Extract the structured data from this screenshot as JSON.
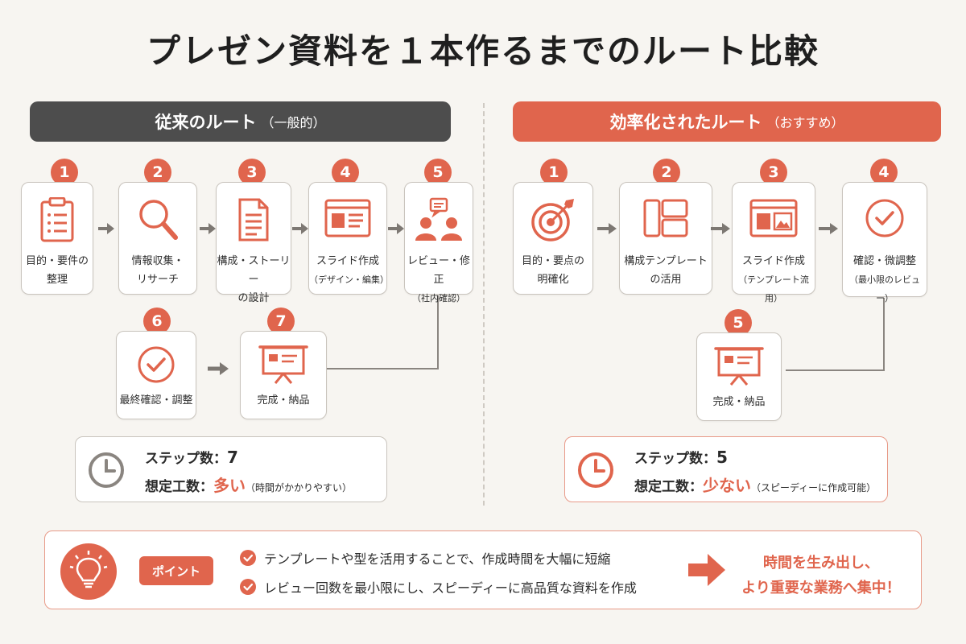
{
  "title": "プレゼン資料を１本作るまでのルート比較",
  "left": {
    "header": "従来のルート",
    "header_sub": "（一般的）",
    "steps": [
      {
        "num": "1",
        "label": "目的・要件の",
        "label2": "整理",
        "icon": "clipboard-icon"
      },
      {
        "num": "2",
        "label": "情報収集・",
        "label2": "リサーチ",
        "icon": "magnifier-icon"
      },
      {
        "num": "3",
        "label": "構成・ストーリー",
        "label2": "の設計",
        "icon": "document-icon"
      },
      {
        "num": "4",
        "label": "スライド作成",
        "label2": "（デザイン・編集）",
        "icon": "slide-layout-icon"
      },
      {
        "num": "5",
        "label": "レビュー・修正",
        "label2": "（社内確認）",
        "icon": "people-discussion-icon"
      },
      {
        "num": "6",
        "label": "最終確認・調整",
        "label2": "",
        "icon": "check-circle-icon"
      },
      {
        "num": "7",
        "label": "完成・納品",
        "label2": "",
        "icon": "presentation-board-icon"
      }
    ],
    "summary": {
      "steps_label": "ステップ数：",
      "steps_value": "7",
      "effort_label": "想定工数：",
      "effort_value": "多い",
      "effort_note": "（時間がかかりやすい）",
      "icon": "clock-icon"
    }
  },
  "right": {
    "header": "効率化されたルート",
    "header_sub": "（おすすめ）",
    "steps": [
      {
        "num": "1",
        "label": "目的・要点の",
        "label2": "明確化",
        "icon": "target-icon"
      },
      {
        "num": "2",
        "label": "構成テンプレート",
        "label2": "の活用",
        "icon": "template-blocks-icon"
      },
      {
        "num": "3",
        "label": "スライド作成",
        "label2": "（テンプレート流用）",
        "icon": "slide-image-icon"
      },
      {
        "num": "4",
        "label": "確認・微調整",
        "label2": "（最小限のレビュー）",
        "icon": "check-circle-icon"
      },
      {
        "num": "5",
        "label": "完成・納品",
        "label2": "",
        "icon": "presentation-board-icon"
      }
    ],
    "summary": {
      "steps_label": "ステップ数：",
      "steps_value": "5",
      "effort_label": "想定工数：",
      "effort_value": "少ない",
      "effort_note": "（スピーディーに作成可能）",
      "icon": "clock-icon"
    }
  },
  "point": {
    "label": "ポイント",
    "icon": "lightbulb-icon",
    "bullets": [
      "テンプレートや型を活用することで、作成時間を大幅に短縮",
      "レビュー回数を最小限にし、スピーディーに高品質な資料を作成"
    ],
    "conclusion_line1": "時間を生み出し、",
    "conclusion_line2": "より重要な業務へ集中！"
  },
  "colors": {
    "accent": "#e0654d",
    "dark": "#4d4d4d",
    "background": "#f7f5f1"
  }
}
